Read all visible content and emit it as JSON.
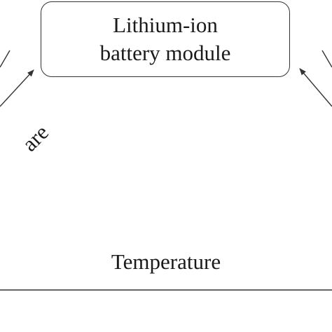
{
  "module": {
    "line1": "Lithium-ion",
    "line2": "battery module"
  },
  "labels": {
    "bottom": "Temperature",
    "left_clipped": "are"
  },
  "colors": {
    "stroke": "#333333",
    "text": "#1a1a1a",
    "background": "#ffffff"
  }
}
